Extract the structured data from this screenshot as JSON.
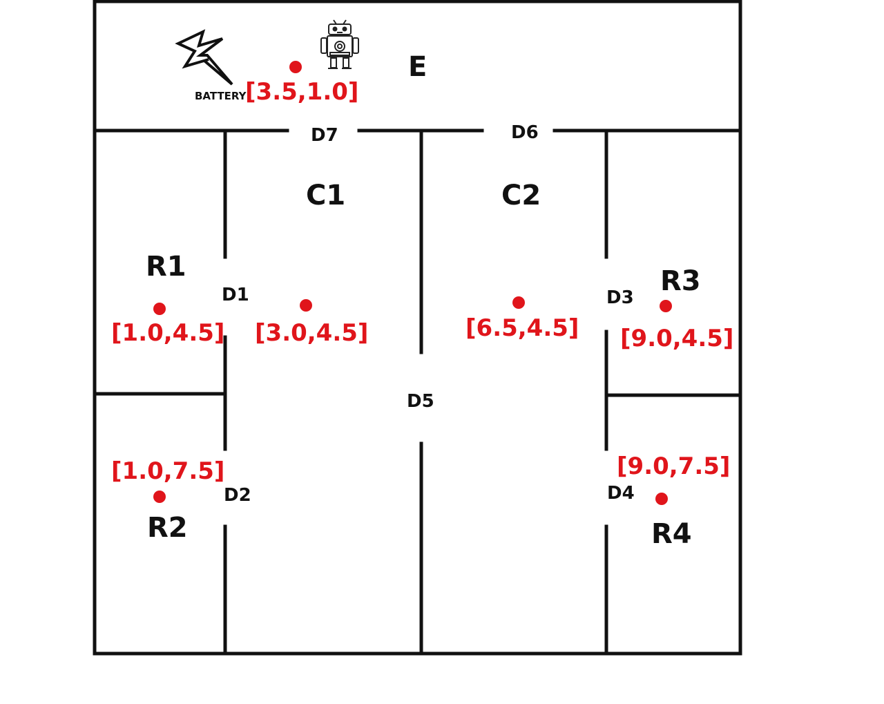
{
  "colors": {
    "wall": "#111111",
    "marker": "#e0151b",
    "text": "#111111"
  },
  "icons": {
    "robot": "robot-icon",
    "battery": "lightning-bolt-icon"
  },
  "rooms": [
    {
      "id": "E",
      "label": "E"
    },
    {
      "id": "C1",
      "label": "C1"
    },
    {
      "id": "C2",
      "label": "C2"
    },
    {
      "id": "R1",
      "label": "R1"
    },
    {
      "id": "R2",
      "label": "R2"
    },
    {
      "id": "R3",
      "label": "R3"
    },
    {
      "id": "R4",
      "label": "R4"
    }
  ],
  "doors": [
    {
      "id": "D1",
      "label": "D1"
    },
    {
      "id": "D2",
      "label": "D2"
    },
    {
      "id": "D3",
      "label": "D3"
    },
    {
      "id": "D4",
      "label": "D4"
    },
    {
      "id": "D5",
      "label": "D5"
    },
    {
      "id": "D6",
      "label": "D6"
    },
    {
      "id": "D7",
      "label": "D7"
    }
  ],
  "points": [
    {
      "id": "E",
      "label": "[3.5,1.0]"
    },
    {
      "id": "R1",
      "label": "[1.0,4.5]"
    },
    {
      "id": "C1",
      "label": "[3.0,4.5]"
    },
    {
      "id": "C2",
      "label": "[6.5,4.5]"
    },
    {
      "id": "R3",
      "label": "[9.0,4.5]"
    },
    {
      "id": "R2",
      "label": "[1.0,7.5]"
    },
    {
      "id": "R4",
      "label": "[9.0,7.5]"
    }
  ],
  "battery": {
    "label": "BATTERY"
  }
}
